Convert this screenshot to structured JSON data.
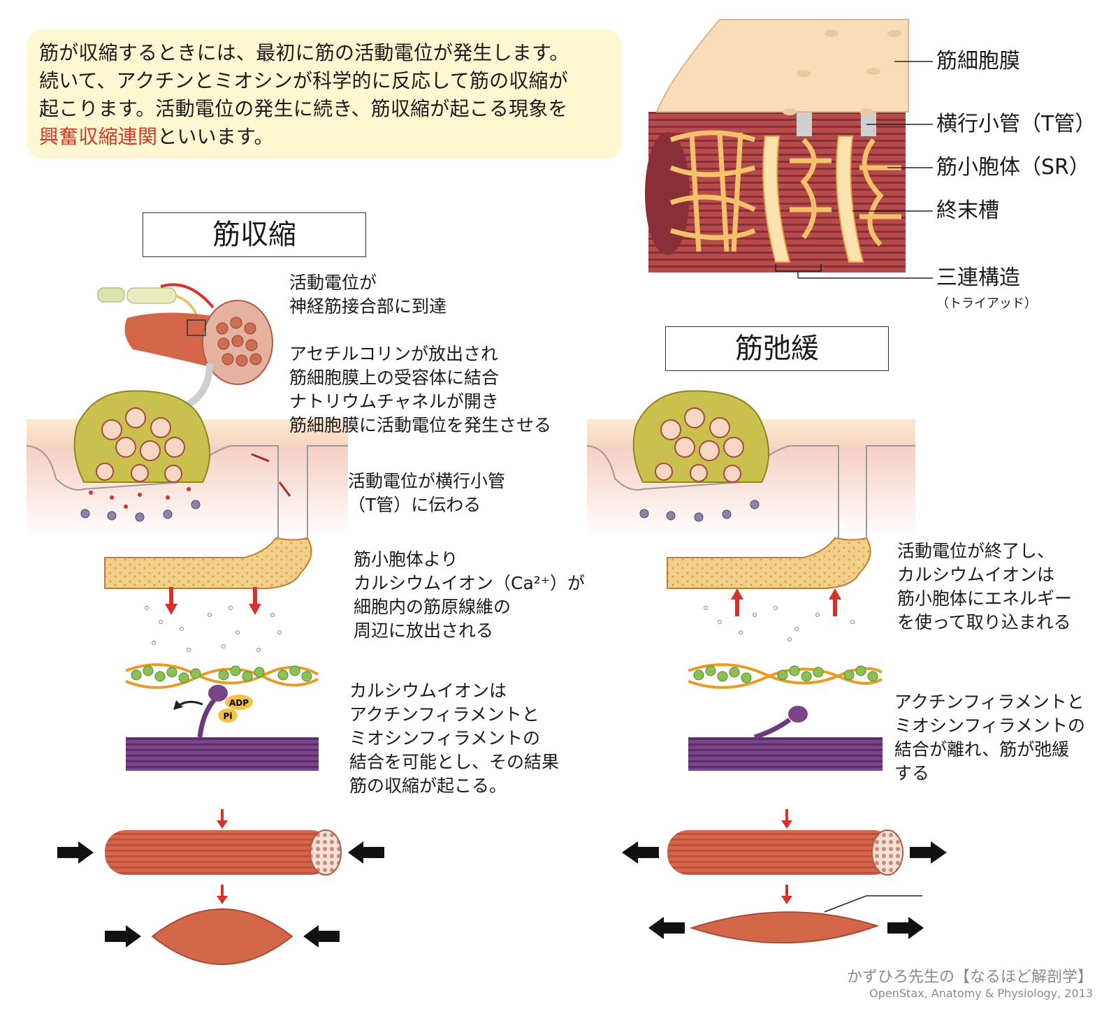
{
  "intro": {
    "lines": [
      "筋が収縮するときには、最初に筋の活動電位が発生します。",
      "続いて、アクチンとミオシンが科学的に反応して筋の収縮が",
      "起こります。活動電位の発生に続き、筋収縮が起こる現象を"
    ],
    "highlight": "興奮収縮連関",
    "tail": "といいます。"
  },
  "structure_labels": {
    "sarcolemma": "筋細胞膜",
    "t_tubule": "横行小管（T管）",
    "sr": "筋小胞体（SR）",
    "terminal_cisterna": "終末槽",
    "triad": "三連構造",
    "triad_sub": "（トライアッド）"
  },
  "contraction": {
    "title": "筋収縮",
    "step1": [
      "活動電位が",
      "神経筋接合部に到達"
    ],
    "step2": [
      "アセチルコリンが放出され",
      "筋細胞膜上の受容体に結合",
      "ナトリウムチャネルが開き",
      "筋細胞膜に活動電位を発生させる"
    ],
    "step3": [
      "活動電位が横行小管",
      "（T管）に伝わる"
    ],
    "step4": [
      "筋小胞体より",
      "カルシウムイオン（Ca²⁺）が",
      "細胞内の筋原線維の",
      "周辺に放出される"
    ],
    "step5": [
      "カルシウムイオンは",
      "アクチンフィラメントと",
      "ミオシンフィラメントの",
      "結合を可能とし、その結果",
      "筋の収縮が起こる。"
    ],
    "adp": "ADP",
    "pi": "Pi"
  },
  "relaxation": {
    "title": "筋弛緩",
    "step1": [
      "活動電位が終了し、",
      "カルシウムイオンは",
      "筋小胞体にエネルギー",
      "を使って取り込まれる"
    ],
    "step2": [
      "アクチンフィラメントと",
      "ミオシンフィラメントの",
      "結合が離れ、筋が弛緩",
      "する"
    ]
  },
  "credit": {
    "line1": "かずひろ先生の【なるほど解剖学】",
    "line2": "OpenStax, Anatomy & Physiology, 2013"
  },
  "colors": {
    "highlight": "#d0382a",
    "intro_bg": "#fdf8d2",
    "muscle": "#d4674a",
    "sr": "#f2c57a",
    "myosin": "#6b3a7a",
    "actin": "#8cc152",
    "arrow_red": "#d8302a"
  }
}
